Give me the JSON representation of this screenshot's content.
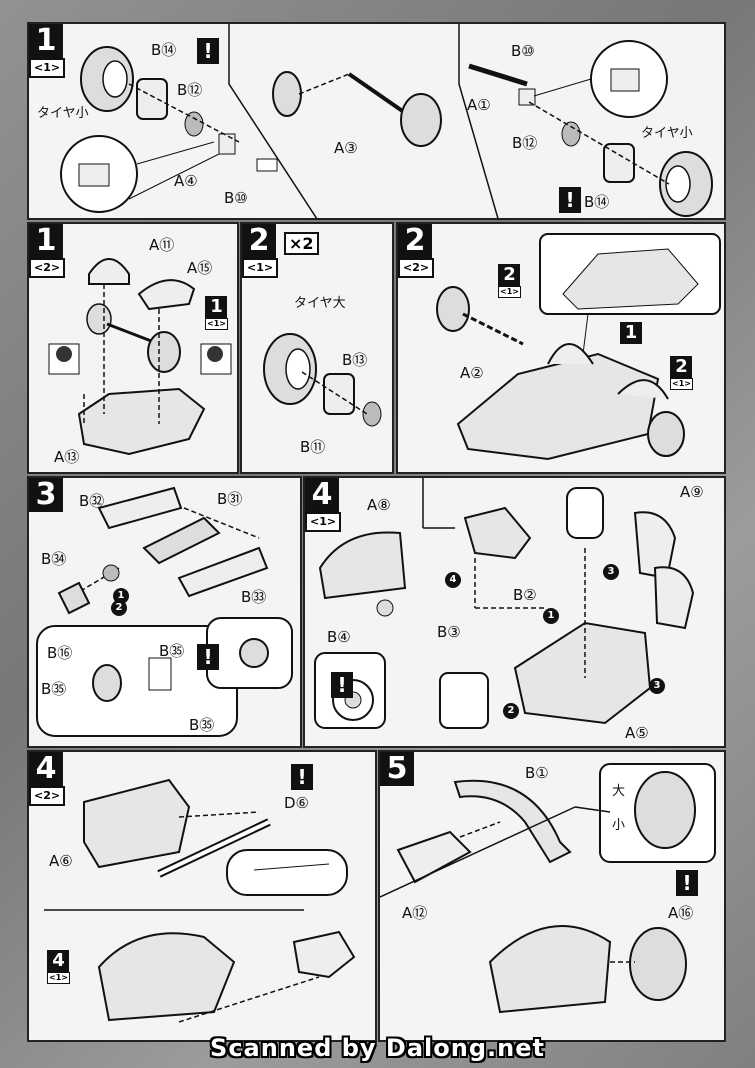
{
  "labels": {
    "s1_1_b14": "B⑭",
    "s1_1_b12": "B⑫",
    "s1_1_a4": "A④",
    "s1_1_b10": "B⑩",
    "s1_1_tire": "タイヤ小",
    "s1_1_a3": "A③",
    "s1_1_b10r": "B⑩",
    "s1_1_a1": "A①",
    "s1_1_b12r": "B⑫",
    "s1_1_b14r": "B⑭",
    "s1_1_tirer": "タイヤ小",
    "s1_2_a11": "A⑪",
    "s1_2_a15": "A⑮",
    "s1_2_a13": "A⑬",
    "s2_1_tire": "タイヤ大",
    "s2_1_b13": "B⑬",
    "s2_1_b11": "B⑪",
    "s2_1_x2": "×2",
    "s2_2_a2": "A②",
    "s3_b32": "B㉜",
    "s3_b31": "B㉛",
    "s3_b34": "B㉞",
    "s3_b33": "B㉝",
    "s3_b16": "B⑯",
    "s3_b35a": "B㉟",
    "s3_b35b": "B㉟",
    "s3_b35c": "B㉟",
    "s4_1_a8": "A⑧",
    "s4_1_b4": "B④",
    "s4_1r_a9": "A⑨",
    "s4_1r_b2": "B②",
    "s4_1r_b3": "B③",
    "s4_1r_a5": "A⑤",
    "s4_2_d6": "D⑥",
    "s4_2_a6": "A⑥",
    "s5_b1": "B①",
    "s5_a12": "A⑫",
    "s5_a16": "A⑯",
    "s5_big": "大",
    "s5_small": "小"
  },
  "steps": {
    "s1": "1",
    "s2": "2",
    "s2b": "2",
    "s3": "3",
    "s4": "4",
    "s4b": "4",
    "s5": "5",
    "s1b": "1"
  },
  "substeps": {
    "sub1": "<1>",
    "sub2": "<2>",
    "sub3": "<1>",
    "sub4": "<2>",
    "sub5": "<1>",
    "sub6": "<2>"
  },
  "refs": {
    "r1_num": "1",
    "r1_sub": "<1>",
    "r2_num": "2",
    "r2_sub": "<1>",
    "r3_num": "1",
    "r4_num": "2",
    "r4_sub": "<1>",
    "r5_num": "4",
    "r5_sub": "<1>"
  },
  "circles": {
    "c1": "1",
    "c2": "2",
    "c3": "1",
    "c4": "2",
    "c5": "3",
    "c6": "3",
    "c7": "4"
  },
  "warning": "!",
  "footer": "Scanned by Dalong.net"
}
